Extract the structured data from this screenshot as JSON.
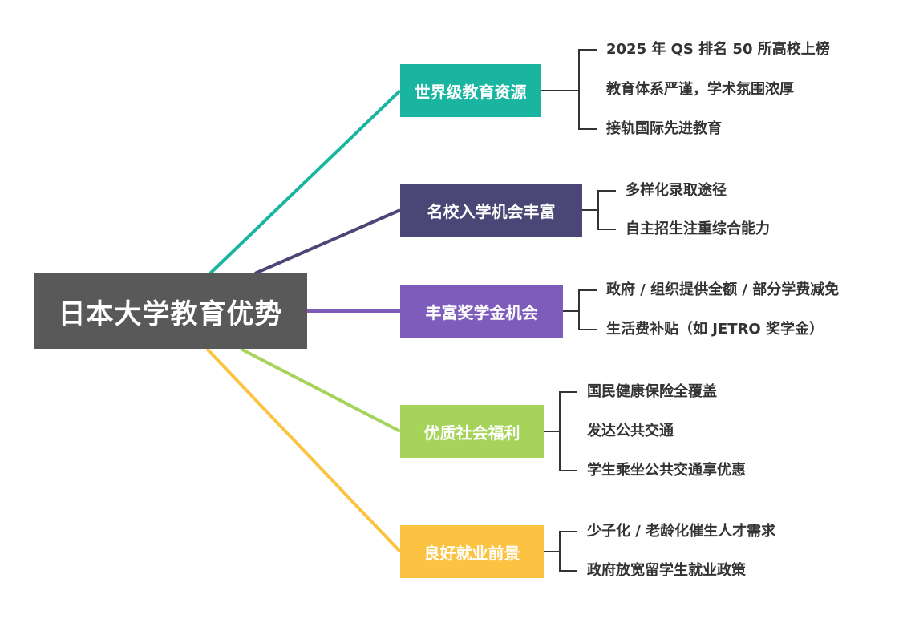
{
  "root": {
    "label": "日本大学教育优势",
    "color": "#595959"
  },
  "branches": [
    {
      "label": "世界级教育资源",
      "color": "#1ab5a1",
      "items": [
        "2025 年 QS 排名 50 所高校上榜",
        "教育体系严谨，学术氛围浓厚",
        "接轨国际先进教育"
      ]
    },
    {
      "label": "名校入学机会丰富",
      "color": "#4a4675",
      "items": [
        "多样化录取途径",
        "自主招生注重综合能力"
      ]
    },
    {
      "label": "丰富奖学金机会",
      "color": "#7d5cbb",
      "items": [
        "政府 / 组织提供全额 / 部分学费减免",
        "生活费补贴（如 JETRO 奖学金）"
      ]
    },
    {
      "label": "优质社会福利",
      "color": "#a6d35a",
      "items": [
        "国民健康保险全覆盖",
        "发达公共交通",
        "学生乘坐公共交通享优惠"
      ]
    },
    {
      "label": "良好就业前景",
      "color": "#fbc341",
      "items": [
        "少子化 / 老龄化催生人才需求",
        "政府放宽留学生就业政策"
      ]
    }
  ]
}
